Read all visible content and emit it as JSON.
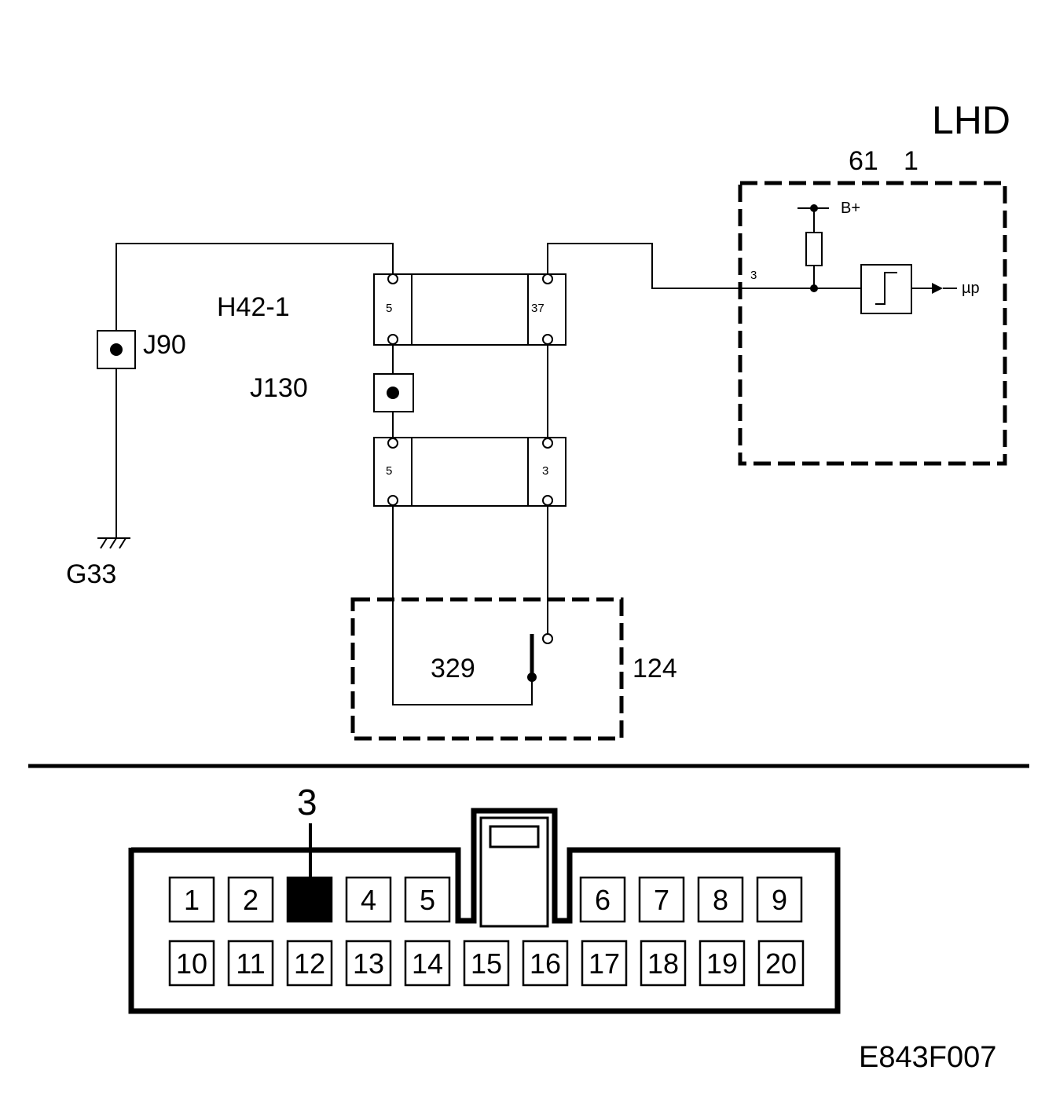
{
  "region_label": "LHD",
  "module": {
    "id": "61",
    "connector": "1",
    "pin": "3",
    "supply": "B+",
    "output": "µp"
  },
  "ground": "G33",
  "splices": {
    "left": "J90",
    "middle": "J130"
  },
  "harness_connector": {
    "id": "H42-1"
  },
  "connector_blocks": [
    {
      "left_pin": "5",
      "right_pin": "37"
    },
    {
      "left_pin": "5",
      "right_pin": "3"
    }
  ],
  "component": {
    "id": "124",
    "switch": "329"
  },
  "connector_view": {
    "highlighted_pin": "3",
    "pins_top": [
      "1",
      "2",
      "3",
      "4",
      "5",
      "6",
      "7",
      "8",
      "9"
    ],
    "pins_bottom": [
      "10",
      "11",
      "12",
      "13",
      "14",
      "15",
      "16",
      "17",
      "18",
      "19",
      "20"
    ]
  },
  "figure_code": "E843F007"
}
